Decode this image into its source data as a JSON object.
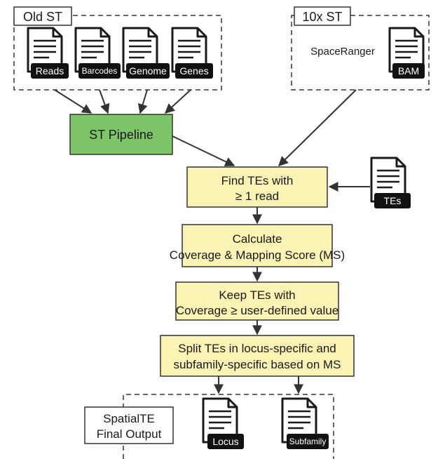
{
  "groups": {
    "old_st": "Old ST",
    "tenx_st": "10x ST",
    "spaceranger": "SpaceRanger",
    "final_output_line1": "SpatialTE",
    "final_output_line2": "Final Output"
  },
  "documents": {
    "reads": "Reads",
    "barcodes": "Barcodes",
    "genome": "Genome",
    "genes": "Genes",
    "bam": "BAM",
    "tes": "TEs",
    "locus": "Locus",
    "subfamily": "Subfamily"
  },
  "steps": {
    "st_pipeline": "ST Pipeline",
    "find_tes_line1": "Find TEs with",
    "find_tes_line2": "≥ 1 read",
    "calculate_line1": "Calculate",
    "calculate_line2": "Coverage & Mapping Score (MS)",
    "keep_line1": "Keep TEs with",
    "keep_line2": "Coverage ≥ user-defined value",
    "split_line1": "Split TEs in locus-specific and",
    "split_line2": "subfamily-specific based on MS"
  },
  "colors": {
    "pipeline_fill": "#7ec56a",
    "step_fill": "#fbf3b4",
    "stroke": "#333333",
    "doc_tag": "#111111"
  }
}
